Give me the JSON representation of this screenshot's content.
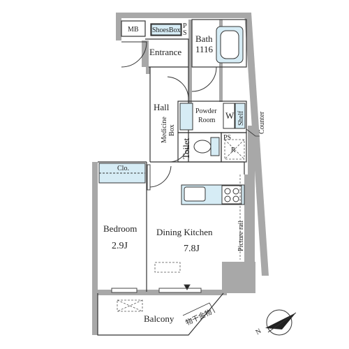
{
  "floorplan": {
    "rooms": {
      "mb": "MB",
      "shoes_box": "ShoesBox",
      "ps_top": "P\nS",
      "bath": "Bath",
      "bath_size": "1116",
      "entrance": "Entrance",
      "hall": "Hall",
      "medicine_box": "Medicine\nBox",
      "powder_room": "Powder\nRoom",
      "washer": "W",
      "shelf": "Shelf",
      "counter": "Counter",
      "toilet": "Toilet",
      "ps_mid": "PS",
      "refrigerator": "R",
      "closet": "Clo.",
      "bedroom": "Bedroom",
      "bedroom_size": "2.9J",
      "dining_kitchen": "Dining Kitchen",
      "dining_kitchen_size": "7.8J",
      "picture_rail": "Picture rail",
      "balcony": "Balcony",
      "storage_label": "物干金物",
      "north": "N"
    },
    "colors": {
      "wall": "#a8a8a8",
      "fixture_fill": "#d6ecf5",
      "line": "#333333",
      "window_mark": "#444444"
    }
  }
}
